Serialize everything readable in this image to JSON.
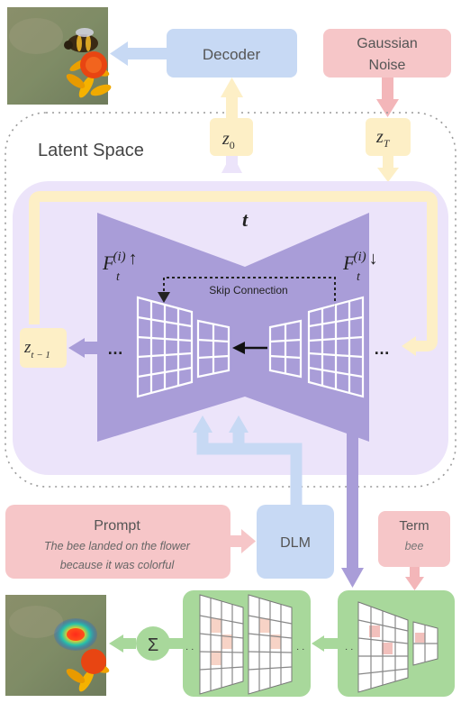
{
  "decoder": {
    "label": "Decoder"
  },
  "noise": {
    "line1": "Gaussian",
    "line2": "Noise"
  },
  "latent": {
    "title": "Latent Space"
  },
  "z0": {
    "base": "z",
    "sub": "0"
  },
  "zT": {
    "base": "z",
    "sub": "T"
  },
  "zt1": {
    "base": "z",
    "sub": "t − 1"
  },
  "timestep": {
    "label": "t"
  },
  "features": {
    "up_base": "F",
    "up_sub": "t",
    "up_sup": "(i)",
    "up_arrow": "↑",
    "down_base": "F",
    "down_sub": "t",
    "down_sup": "(i)",
    "down_arrow": "↓"
  },
  "skip": {
    "label": "Skip Connection"
  },
  "ellipsis": "…",
  "prompt": {
    "title": "Prompt",
    "line1": "The bee landed on the flower",
    "line2": "because it was colorful"
  },
  "dlm": {
    "label": "DLM"
  },
  "term": {
    "title": "Term",
    "value": "bee"
  },
  "sum": {
    "symbol": "Σ"
  },
  "colors": {
    "blue_box": "#c7d9f4",
    "red_box": "#f6c6c8",
    "yellow_box": "#fdefc6",
    "latent_bg": "#ece4fa",
    "unet": "#a99dd8",
    "green": "#a8d89b",
    "arrow_purple": "#b3a5de",
    "arrow_blue": "#c7d9f4",
    "arrow_yellow": "#fdefc6",
    "arrow_red": "#f3b6b9"
  }
}
